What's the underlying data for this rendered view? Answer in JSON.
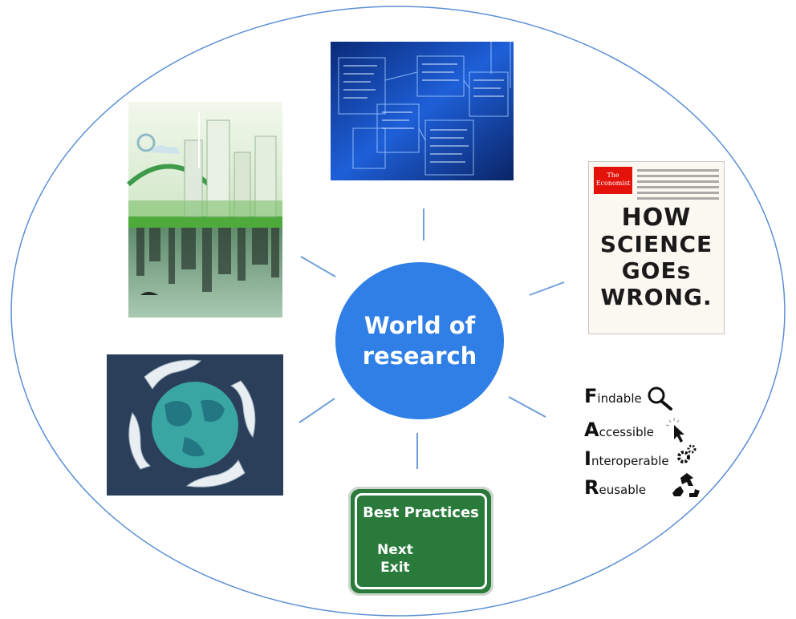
{
  "center": {
    "line1": "World of",
    "line2": "research"
  },
  "economist": {
    "logo_line1": "The",
    "logo_line2": "Economist",
    "headline": [
      "HOW",
      "SCIENCE",
      "GOEs",
      "WRONG."
    ]
  },
  "fair": [
    {
      "letter": "F",
      "rest": "indable",
      "icon": "magnifier-icon"
    },
    {
      "letter": "A",
      "rest": "ccessible",
      "icon": "cursor-click-icon"
    },
    {
      "letter": "I",
      "rest": "nteroperable",
      "icon": "gears-icon"
    },
    {
      "letter": "R",
      "rest": "eusable",
      "icon": "recycle-icon"
    }
  ],
  "sign": {
    "title": "Best Practices",
    "line1": "Next",
    "line2": "Exit"
  },
  "colors": {
    "center_fill": "#2f7fe6",
    "ellipse_stroke": "#5b8fd6",
    "connector": "#6f9fd8",
    "sign_green": "#2a7a3c",
    "economist_red": "#e3120b"
  }
}
